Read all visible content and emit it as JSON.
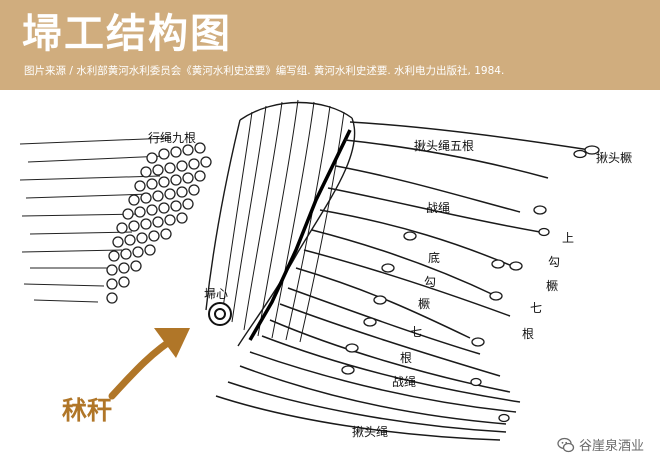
{
  "header": {
    "title": "埽工结构图",
    "caption": "图片来源 / 水利部黄河水利委员会《黄河水利史述要》编写组. 黄河水利史述要. 水利电力出版社, 1984."
  },
  "diagram": {
    "labels": {
      "xingsheng": "行绳九根",
      "qiaotou_top": "揪头绳五根",
      "qiaotou_right": "揪头橛",
      "zhansheng_top": "战绳",
      "shang": "上",
      "gou_right": "勾",
      "jue_right": "橛",
      "qi_right": "七",
      "gen_right": "根",
      "di": "底",
      "gou": "勾",
      "jue": "橛",
      "qi": "七",
      "gen": "根",
      "zhansheng_bottom": "战绳",
      "qiaotou_bottom": "揪头绳",
      "saoxin": "埽心"
    },
    "pointer_label": "秫秆"
  },
  "watermark": {
    "text": "谷崖泉酒业"
  },
  "colors": {
    "header_bg": "#d0ad7e",
    "accent": "#b07628"
  }
}
